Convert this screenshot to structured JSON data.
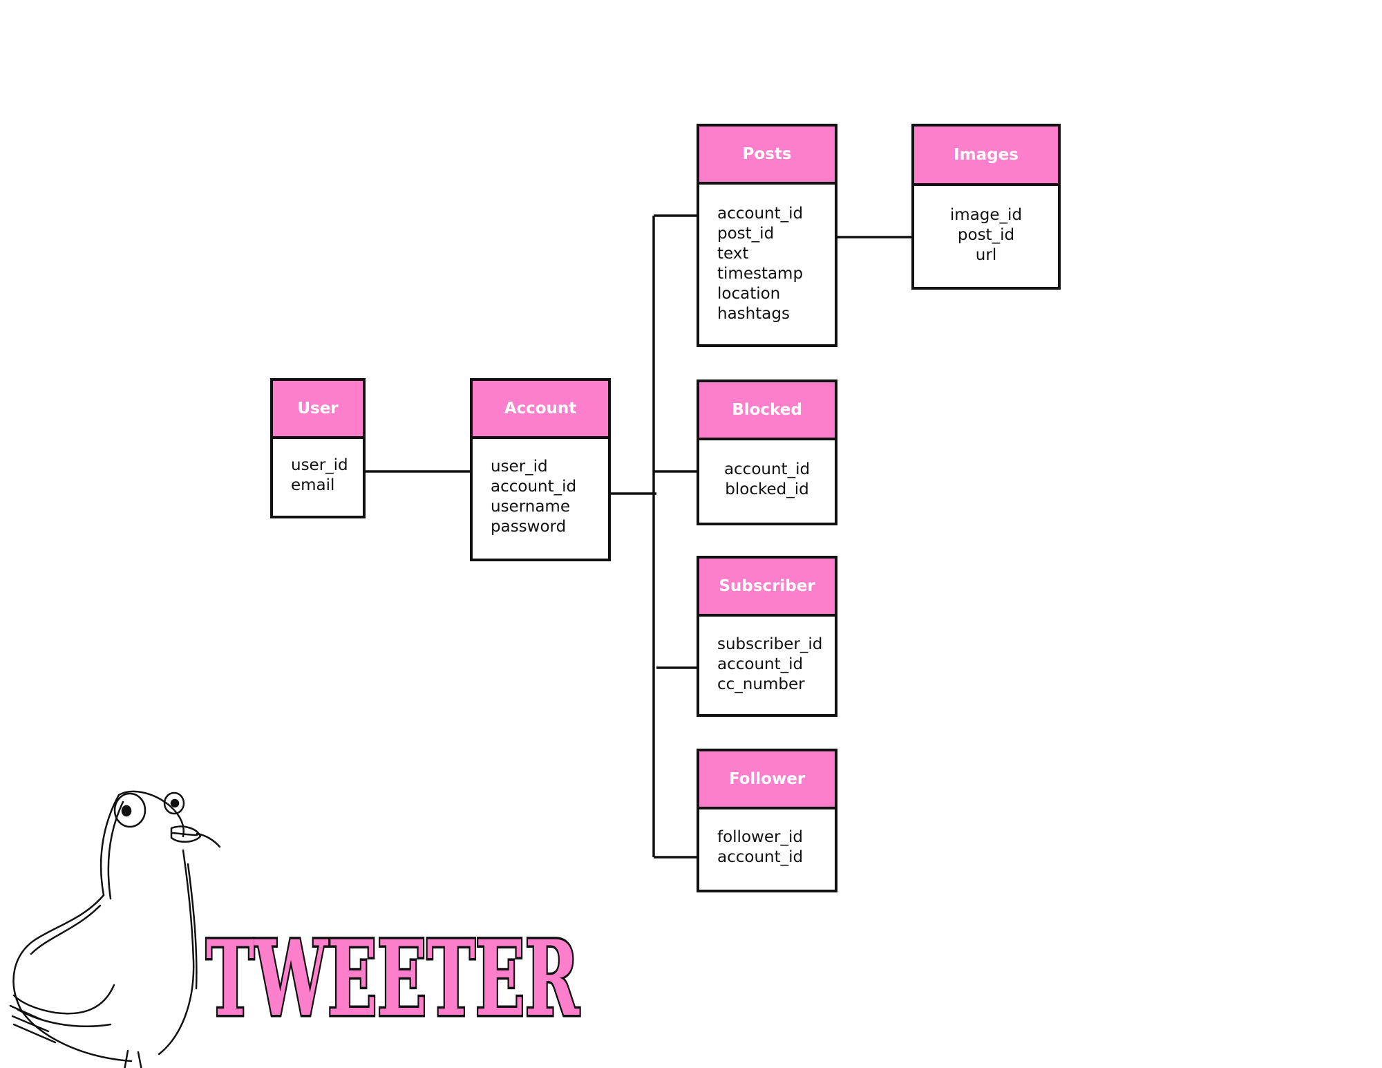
{
  "colors": {
    "header": "#fd7fcb",
    "border": "#111111",
    "logo_fill": "#fd7fcb"
  },
  "entities": {
    "user": {
      "title": "User",
      "fields": [
        "user_id",
        "email"
      ]
    },
    "account": {
      "title": "Account",
      "fields": [
        "user_id",
        "account_id",
        "username",
        "password"
      ]
    },
    "posts": {
      "title": "Posts",
      "fields": [
        "account_id",
        "post_id",
        "text",
        "timestamp",
        "location",
        "hashtags"
      ]
    },
    "images": {
      "title": "Images",
      "fields": [
        "image_id",
        "post_id",
        "url"
      ]
    },
    "blocked": {
      "title": "Blocked",
      "fields": [
        "account_id",
        "blocked_id"
      ]
    },
    "subscriber": {
      "title": "Subscriber",
      "fields": [
        "subscriber_id",
        "account_id",
        "cc_number"
      ]
    },
    "follower": {
      "title": "Follower",
      "fields": [
        "follower_id",
        "account_id"
      ]
    }
  },
  "logo": {
    "text": "TWEETER",
    "mascot": "bird-sketch"
  }
}
